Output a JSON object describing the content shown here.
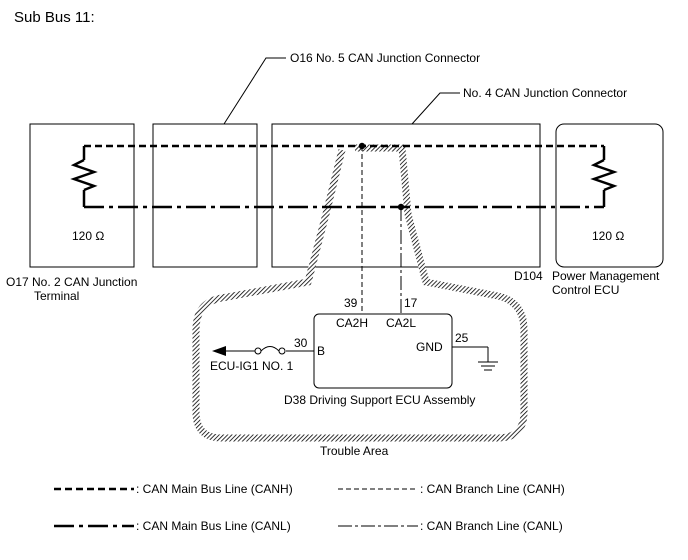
{
  "title": "Sub Bus 11:",
  "connectors": {
    "o16": "O16  No. 5 CAN Junction Connector",
    "no4": "No. 4 CAN Junction Connector",
    "o17_line1": "O17  No. 2 CAN Junction",
    "o17_line2": "Terminal",
    "d104_code": "D104",
    "d104_line1": "Power Management",
    "d104_line2": "Control ECU"
  },
  "resistors": {
    "left": "120 Ω",
    "right": "120 Ω"
  },
  "ecu": {
    "name": "D38  Driving Support ECU Assembly",
    "pins": {
      "ca2h_num": "39",
      "ca2h": "CA2H",
      "ca2l_num": "17",
      "ca2l": "CA2L",
      "b_num": "30",
      "b": "B",
      "gnd_num": "25",
      "gnd": "GND"
    },
    "fuse_label": "ECU-IG1 NO. 1"
  },
  "trouble_area": "Trouble Area",
  "legend": {
    "canh_main": ": CAN Main Bus Line (CANH)",
    "canh_branch": ": CAN Branch Line (CANH)",
    "canl_main": ": CAN Main Bus Line (CANL)",
    "canl_branch": ": CAN Branch Line (CANL)"
  }
}
